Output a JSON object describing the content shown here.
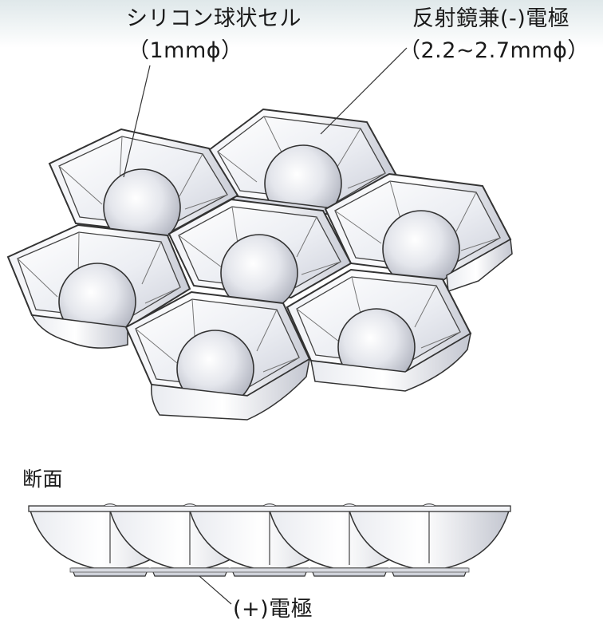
{
  "labels": {
    "cell_title": "シリコン球状セル",
    "cell_size": "（1mmϕ）",
    "mirror_title": "反射鏡兼(-)電極",
    "mirror_size": "（2.2~2.7mmϕ）",
    "section": "断面",
    "plus_electrode": "(+)電極"
  }
}
